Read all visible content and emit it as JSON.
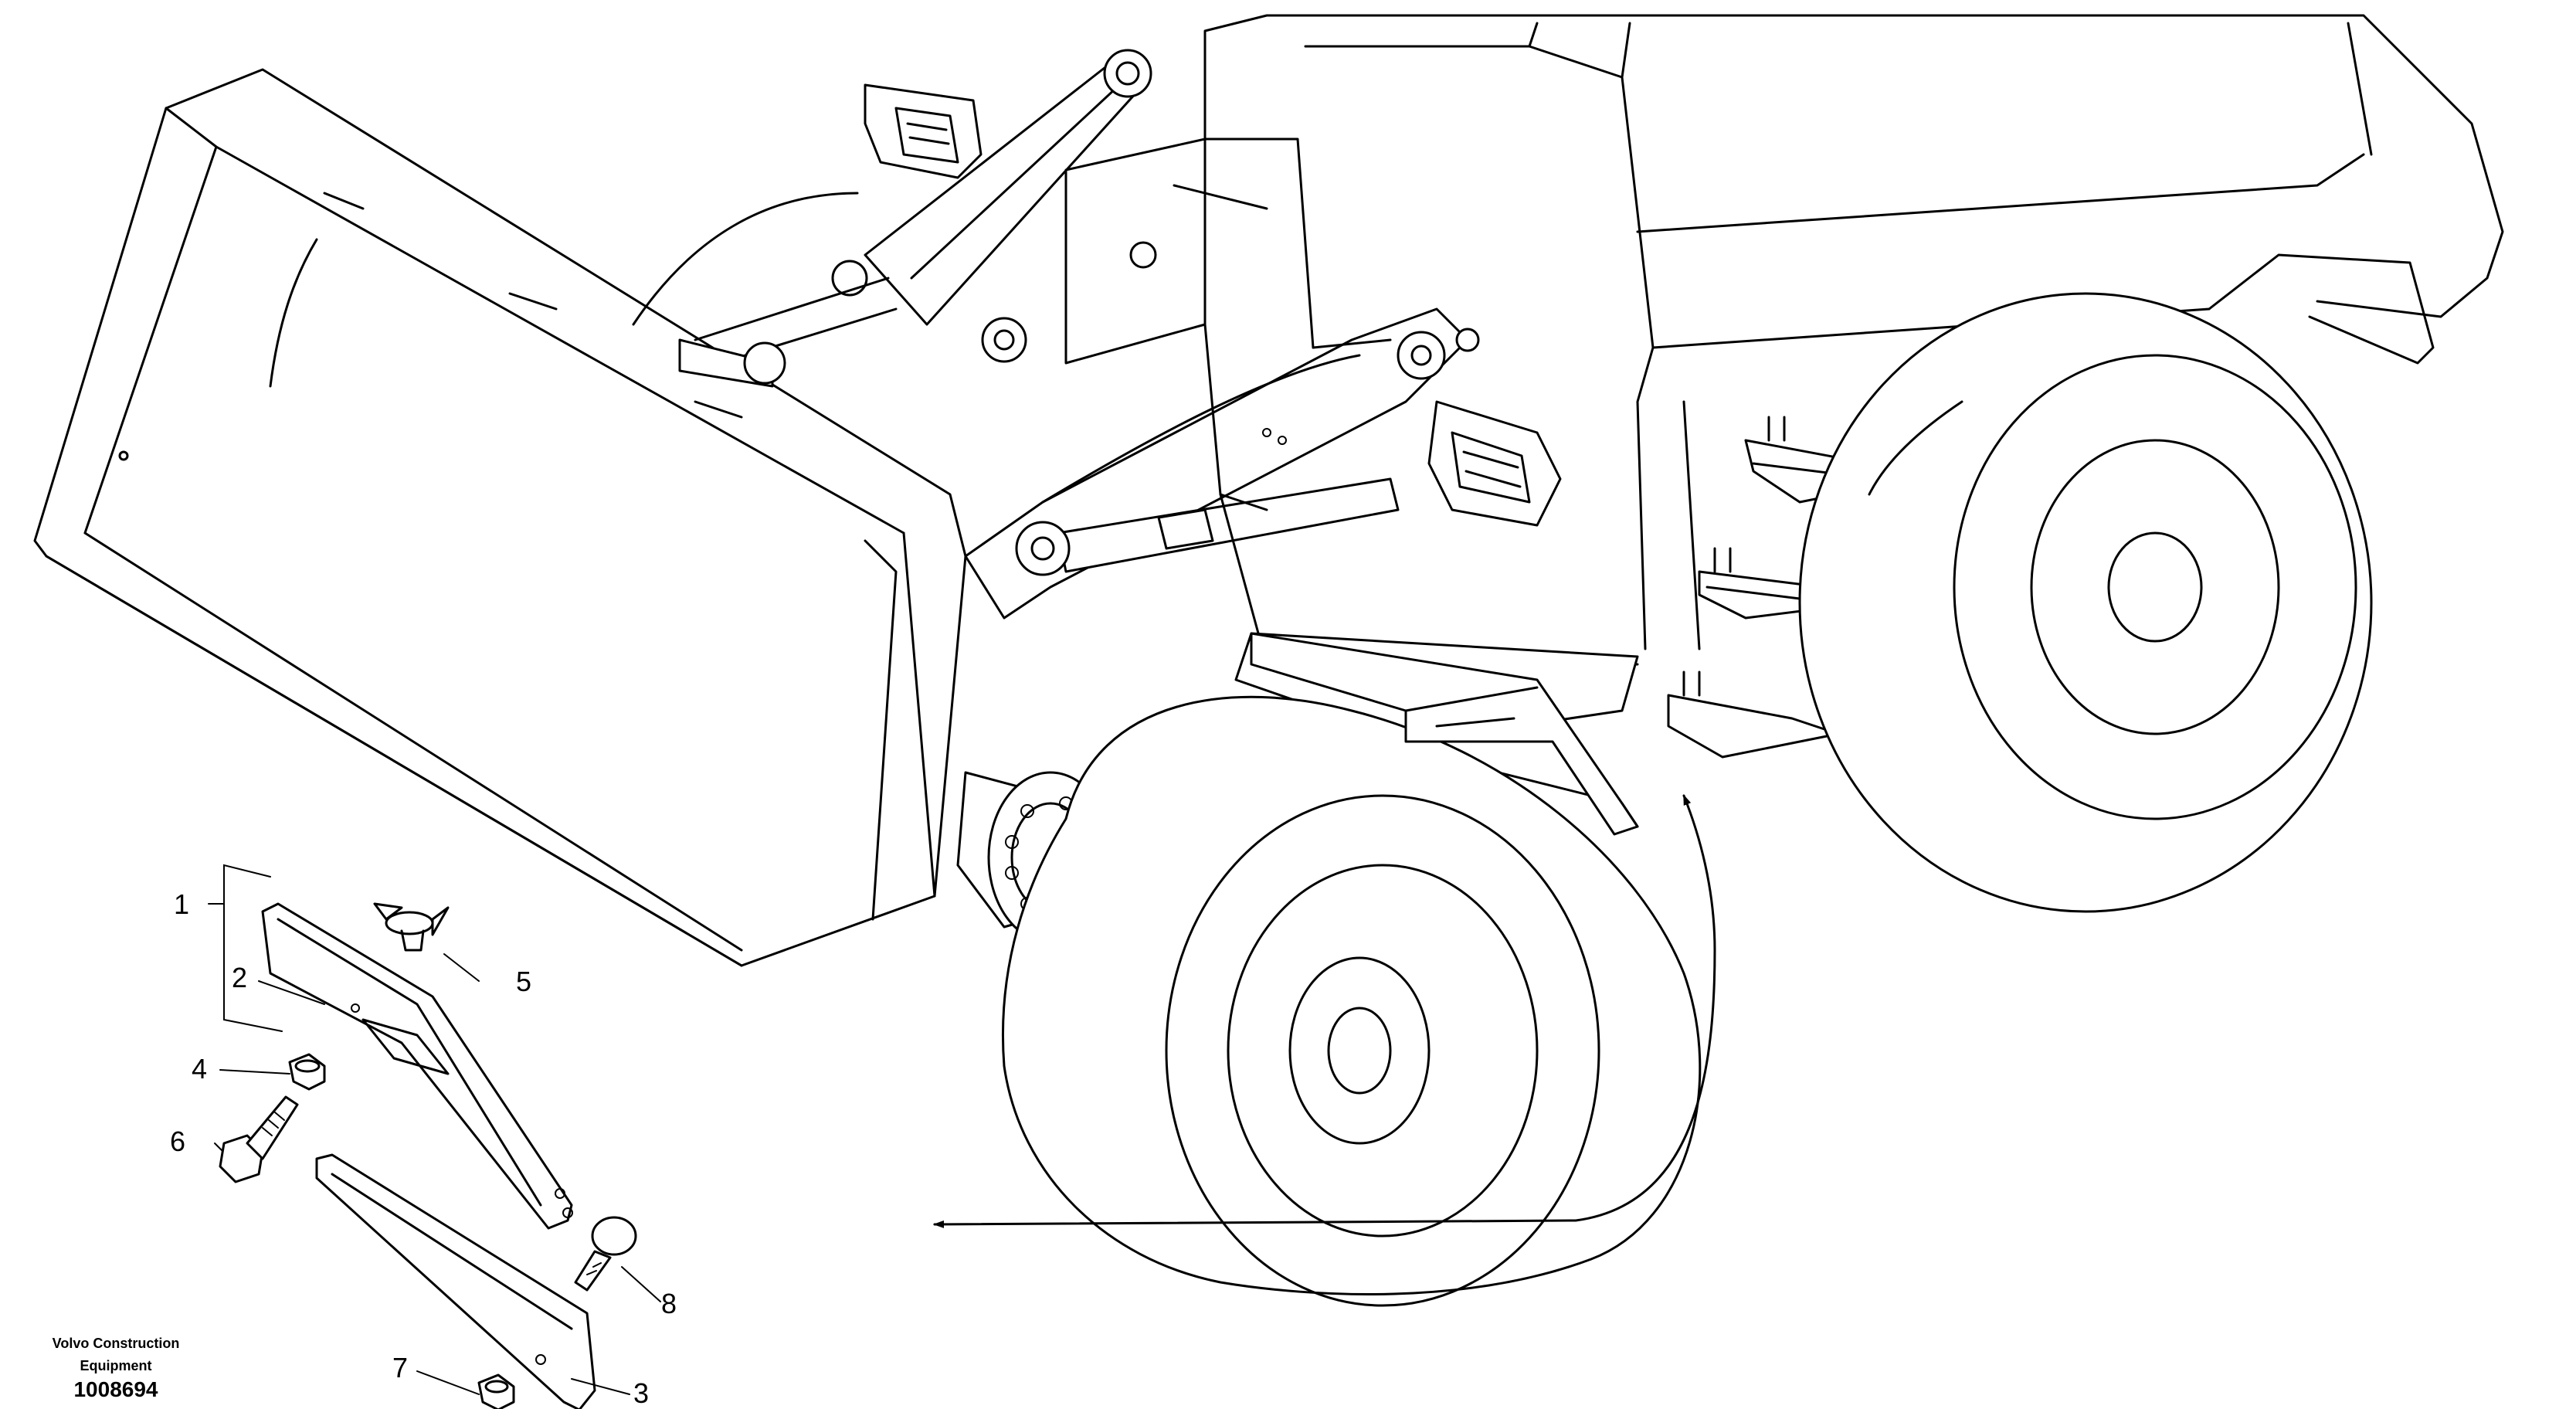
{
  "callouts": {
    "c1": "1",
    "c2": "2",
    "c3": "3",
    "c4": "4",
    "c5": "5",
    "c6": "6",
    "c7": "7",
    "c8": "8"
  },
  "footer": {
    "brand_line1": "Volvo Construction",
    "brand_line2": "Equipment",
    "drawing_number": "1008694"
  }
}
